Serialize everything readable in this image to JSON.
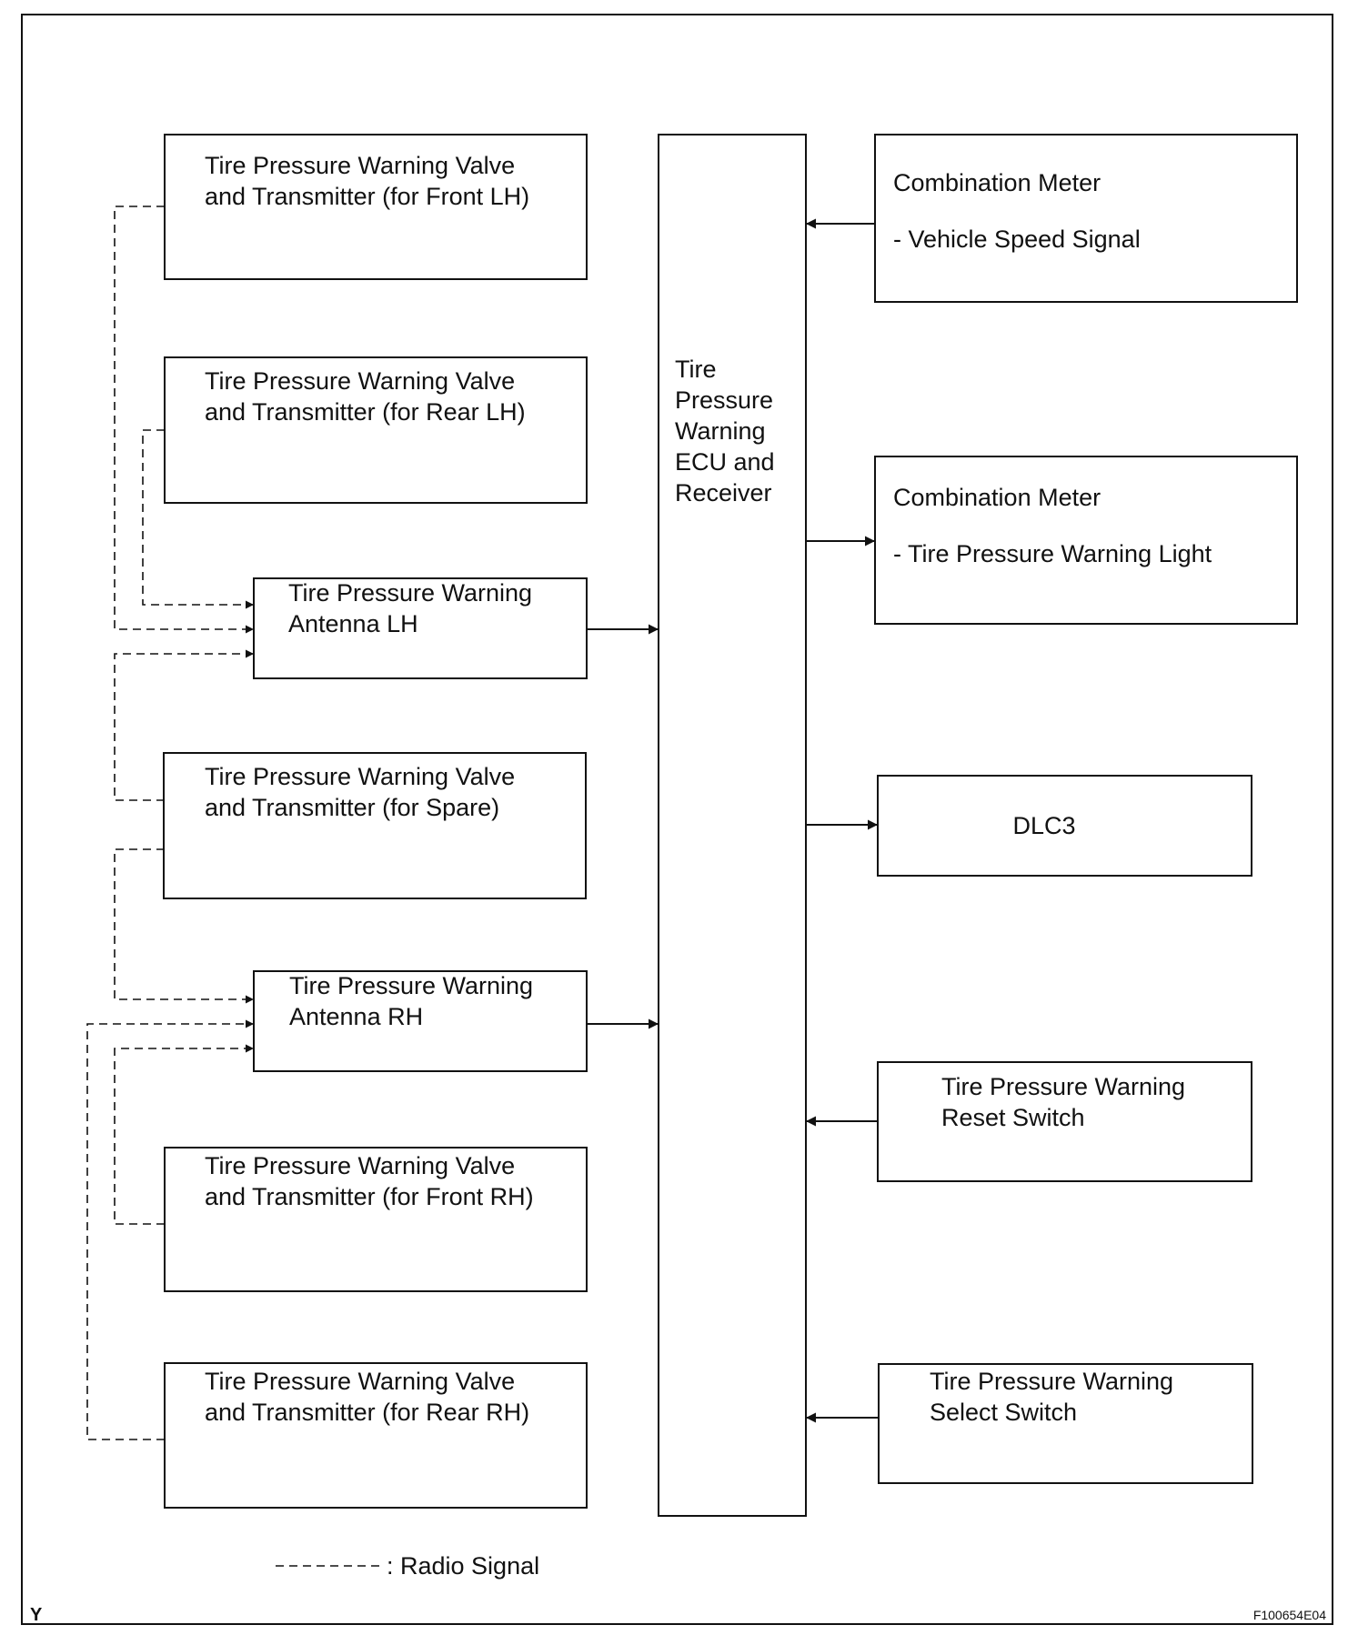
{
  "components": {
    "valve_front_lh": [
      "Tire Pressure Warning Valve",
      "and Transmitter (for Front LH)"
    ],
    "valve_rear_lh": [
      "Tire Pressure Warning Valve",
      "and Transmitter (for Rear LH)"
    ],
    "antenna_lh": [
      "Tire Pressure Warning",
      "Antenna LH"
    ],
    "valve_spare": [
      "Tire Pressure Warning Valve",
      "and Transmitter (for Spare)"
    ],
    "antenna_rh": [
      "Tire Pressure Warning",
      "Antenna RH"
    ],
    "valve_front_rh": [
      "Tire Pressure Warning Valve",
      "and Transmitter (for Front RH)"
    ],
    "valve_rear_rh": [
      "Tire Pressure Warning Valve",
      "and Transmitter (for Rear RH)"
    ],
    "ecu": [
      "Tire",
      "Pressure",
      "Warning",
      "ECU and",
      "Receiver"
    ],
    "meter_speed": [
      "Combination Meter",
      "- Vehicle Speed Signal"
    ],
    "meter_light": [
      "Combination Meter",
      "- Tire Pressure Warning Light"
    ],
    "dlc3": [
      "DLC3"
    ],
    "reset_switch": [
      "Tire Pressure Warning",
      "Reset Switch"
    ],
    "select_switch": [
      "Tire Pressure Warning",
      "Select Switch"
    ]
  },
  "connections": [
    {
      "from": "valve_front_lh",
      "to": "antenna_lh",
      "signal": "radio"
    },
    {
      "from": "valve_rear_lh",
      "to": "antenna_lh",
      "signal": "radio"
    },
    {
      "from": "valve_spare",
      "to": "antenna_lh",
      "signal": "radio"
    },
    {
      "from": "valve_spare",
      "to": "antenna_rh",
      "signal": "radio"
    },
    {
      "from": "valve_front_rh",
      "to": "antenna_rh",
      "signal": "radio"
    },
    {
      "from": "valve_rear_rh",
      "to": "antenna_rh",
      "signal": "radio"
    },
    {
      "from": "antenna_lh",
      "to": "ecu",
      "signal": "wired"
    },
    {
      "from": "antenna_rh",
      "to": "ecu",
      "signal": "wired"
    },
    {
      "from": "meter_speed",
      "to": "ecu",
      "signal": "wired"
    },
    {
      "from": "ecu",
      "to": "meter_light",
      "signal": "wired"
    },
    {
      "from": "ecu",
      "to": "dlc3",
      "signal": "wired"
    },
    {
      "from": "reset_switch",
      "to": "ecu",
      "signal": "wired"
    },
    {
      "from": "select_switch",
      "to": "ecu",
      "signal": "wired"
    }
  ],
  "legend": {
    "radio_signal": ": Radio Signal"
  },
  "corner_mark": "Y",
  "figure_code": "F100654E04"
}
